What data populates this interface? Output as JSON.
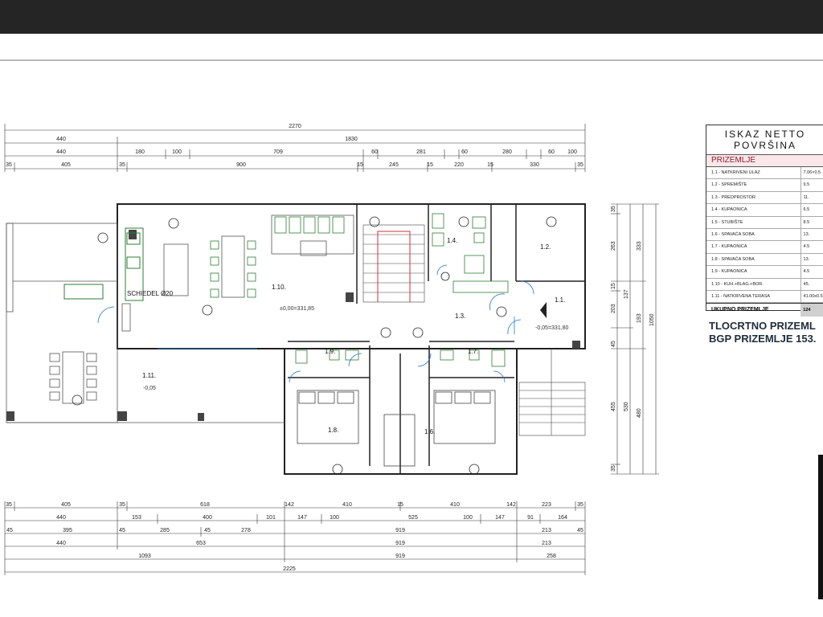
{
  "topbar": {},
  "plan": {
    "top_dims": {
      "row1": [
        "2270"
      ],
      "row2": [
        "440",
        "1830"
      ],
      "row3": [
        "440",
        "180",
        "100",
        "709",
        "60",
        "281",
        "60",
        "280",
        "60",
        "100"
      ],
      "row4": [
        "35",
        "405",
        "35",
        "900",
        "15",
        "245",
        "15",
        "220",
        "15",
        "330",
        "35"
      ]
    },
    "bottom_dims": {
      "row1": [
        "35",
        "405",
        "35",
        "618",
        "142",
        "410",
        "15",
        "410",
        "142",
        "223",
        "35"
      ],
      "row2": [
        "440",
        "153",
        "400",
        "101",
        "147",
        "100",
        "525",
        "100",
        "147",
        "91",
        "164"
      ],
      "row3": [
        "45",
        "395",
        "45",
        "285",
        "45",
        "278",
        "919",
        "213",
        "45"
      ],
      "row4": [
        "440",
        "653",
        "919",
        "213"
      ],
      "row5": [
        "1093",
        "919",
        "258"
      ],
      "row6": [
        "2225"
      ]
    },
    "right_dims": [
      "35",
      "263",
      "333",
      "15",
      "203",
      "137",
      "193",
      "45",
      "455",
      "530",
      "480",
      "1050",
      "35"
    ],
    "rooms": {
      "r1_1": "1.1.",
      "r1_2": "1.2.",
      "r1_3": "1.3.",
      "r1_4": "1.4.",
      "r1_6": "1.6.",
      "r1_7": "1.7.",
      "r1_8": "1.8.",
      "r1_9": "1.9.",
      "r1_10": "1.10.",
      "r1_11": "1.11."
    },
    "labels": {
      "schiedel": "SCHIEDEL Ø20",
      "level_main": "±0,00=331,85",
      "level_entry": "-0,05=331,80",
      "level_terrace": "-0,05"
    }
  },
  "table": {
    "title": "ISKAZ NETTO POVRŠINA",
    "section": "PRIZEMLJE",
    "rows": [
      {
        "label": "1.1 - NATKRIVENI ULAZ",
        "value": "7.06×0.5"
      },
      {
        "label": "1.2 - SPREMIŠTE",
        "value": "9.5"
      },
      {
        "label": "1.3 - PREDPROSTOR",
        "value": "11."
      },
      {
        "label": "1.4 - KUPAONICA",
        "value": "6.5"
      },
      {
        "label": "1.5 - STUBIŠTE",
        "value": "8.5"
      },
      {
        "label": "1.6 - SPAVAĆA SOBA",
        "value": "13."
      },
      {
        "label": "1.7 - KUPAONICA",
        "value": "4.5"
      },
      {
        "label": "1.8 - SPAVAĆA SOBA",
        "value": "13."
      },
      {
        "label": "1.9 - KUPAONICA",
        "value": "4.5"
      },
      {
        "label": "1.10 - KUH.+BLAG.+BOR.",
        "value": "45."
      },
      {
        "label": "1.11 - NATKRIVENA TERASA",
        "value": "41.00x0.5"
      }
    ],
    "total_label": "UKUPNO PRIZEMLJE",
    "total_value": "124"
  },
  "summary": {
    "line1": "TLOCRTNO PRIZEML",
    "line2": "BGP PRIZEMLJE 153."
  }
}
